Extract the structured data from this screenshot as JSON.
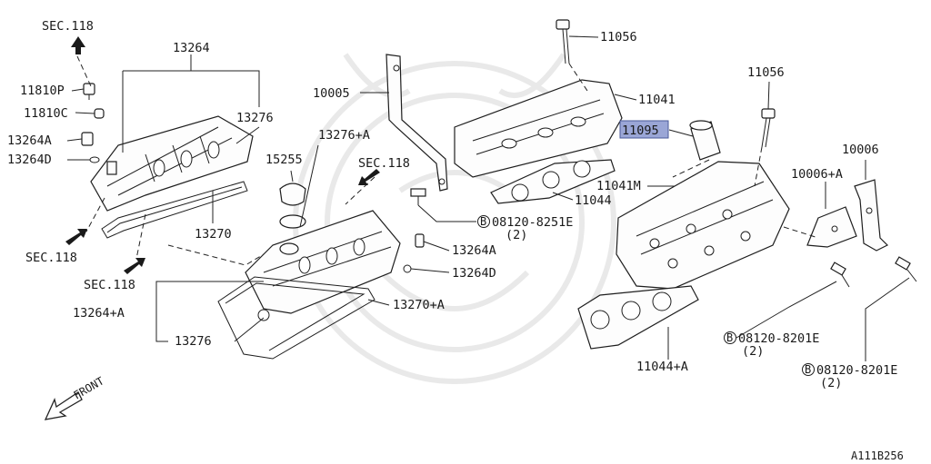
{
  "diagram": {
    "drawing_code": "A111B256",
    "front_label": "FRONT",
    "highlighted_part": "11095",
    "labels": {
      "sec118_a": "SEC.118",
      "sec118_b": "SEC.118",
      "sec118_c": "SEC.118",
      "sec118_d": "SEC.118",
      "p13264": "13264",
      "p11810P": "11810P",
      "p11810C": "11810C",
      "p13264A_left": "13264A",
      "p13264D_left": "13264D",
      "p13276_top": "13276",
      "p13270": "13270",
      "p13264pA": "13264+A",
      "p13276_bottom": "13276",
      "p13276pA": "13276+A",
      "p15255": "15255",
      "p10005": "10005",
      "p11056_top": "11056",
      "p11041": "11041",
      "p11095": "11095",
      "p11044": "11044",
      "p11056_right": "11056",
      "p10006": "10006",
      "p10006pA": "10006+A",
      "p11041M": "11041M",
      "p13264A_mid": "13264A",
      "p13264D_mid": "13264D",
      "p13270pA": "13270+A",
      "bolt_8251E": "08120-8251E",
      "qty_8251E": "(2)",
      "bolt_8201E_a": "08120-8201E",
      "qty_8201E_a": "(2)",
      "bolt_8201E_b": "08120-8201E",
      "qty_8201E_b": "(2)",
      "p11044pA": "11044+A",
      "bolt_marker": "B"
    }
  }
}
